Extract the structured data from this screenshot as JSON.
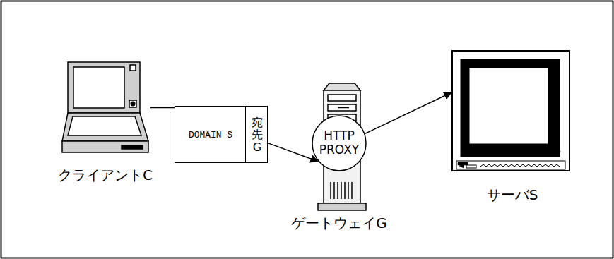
{
  "diagram": {
    "nodes": [
      {
        "text": [
          "クライアントC"
        ]
      },
      {
        "text": [
          "DOMAIN S",
          "宛先G"
        ]
      },
      {
        "text": [
          "ゲートウェイG"
        ]
      },
      {
        "text": [
          "HTTP PROXY"
        ],
        "in": 2
      },
      {
        "text": [
          "サーバS"
        ]
      }
    ],
    "edges": [
      {
        "from": 0,
        "to": 1,
        "arrow": "none"
      },
      {
        "from": 1,
        "to": 3,
        "arrow": "to"
      },
      {
        "from": 3,
        "to": 4,
        "arrow": "to"
      }
    ]
  }
}
